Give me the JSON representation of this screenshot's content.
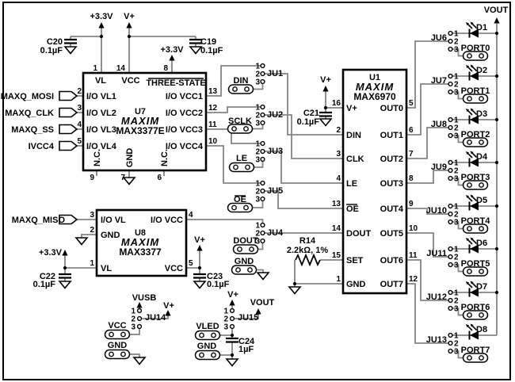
{
  "power": {
    "p33v": "+3.3V",
    "vplus": "V+",
    "vout": "VOUT",
    "vusb": "VUSB"
  },
  "caps": {
    "c20": {
      "ref": "C20",
      "val": "0.1µF"
    },
    "c19": {
      "ref": "C19",
      "val": "0.1µF"
    },
    "c21": {
      "ref": "C21",
      "val": "0.1µF"
    },
    "c22": {
      "ref": "C22",
      "val": "0.1µF"
    },
    "c23": {
      "ref": "C23",
      "val": "0.1µF"
    },
    "c24": {
      "ref": "C24",
      "val": "1µF"
    }
  },
  "r14": {
    "ref": "R14",
    "val": "2.2kΩ, 1%"
  },
  "inputs": {
    "mosi": "MAXQ_MOSI",
    "clk": "MAXQ_CLK",
    "ss": "MAXQ_SS",
    "ivcc4": "IVCC4",
    "miso": "MAXQ_MISO"
  },
  "u7": {
    "ref": "U7",
    "logo": "MAXIM",
    "part": "MAX3377E",
    "pin_vl": {
      "n": "1",
      "l": "VL"
    },
    "pin_vcc": {
      "n": "14",
      "l": "VCC"
    },
    "pin_ts": {
      "n": "8",
      "l": "THREE-STATE"
    },
    "left": [
      {
        "n": "2",
        "l": "I/O VL1"
      },
      {
        "n": "3",
        "l": "I/O VL2"
      },
      {
        "n": "4",
        "l": "I/O VL3"
      },
      {
        "n": "5",
        "l": "I/O VL4"
      }
    ],
    "right": [
      {
        "n": "13",
        "l": "I/O VCC1"
      },
      {
        "n": "12",
        "l": "I/O VCC2"
      },
      {
        "n": "11",
        "l": "I/O VCC3"
      },
      {
        "n": "10",
        "l": "I/O VCC4"
      }
    ],
    "bottom": [
      {
        "n": "9",
        "l": "N.C."
      },
      {
        "n": "7",
        "l": "GND"
      },
      {
        "n": "6",
        "l": "N.C."
      }
    ]
  },
  "u8": {
    "ref": "U8",
    "logo": "MAXIM",
    "part": "MAX3377",
    "iovl": {
      "n": "3",
      "l": "I/O VL"
    },
    "gnd": {
      "n": "2",
      "l": "GND"
    },
    "vl": {
      "n": "1",
      "l": "VL"
    },
    "iovcc": {
      "n": "4",
      "l": "I/O VCC"
    },
    "vcc": {
      "n": "5",
      "l": "VCC"
    }
  },
  "u1": {
    "ref": "U1",
    "logo": "MAXIM",
    "part": "MAX6970",
    "left": [
      {
        "n": "16",
        "l": "V+"
      },
      {
        "n": "2",
        "l": "DIN"
      },
      {
        "n": "3",
        "l": "CLK"
      },
      {
        "n": "4",
        "l": "LE"
      },
      {
        "n": "13",
        "l": "OE"
      },
      {
        "n": "14",
        "l": "DOUT"
      },
      {
        "n": "15",
        "l": "SET"
      },
      {
        "n": "1",
        "l": "GND"
      }
    ],
    "right": [
      {
        "n": "5",
        "l": "OUT0"
      },
      {
        "n": "6",
        "l": "OUT1"
      },
      {
        "n": "7",
        "l": "OUT2"
      },
      {
        "n": "8",
        "l": "OUT3"
      },
      {
        "n": "9",
        "l": "OUT4"
      },
      {
        "n": "10",
        "l": "OUT5"
      },
      {
        "n": "11",
        "l": "OUT6"
      },
      {
        "n": "12",
        "l": "OUT7"
      }
    ]
  },
  "jumper_pins": [
    "1",
    "2",
    "3"
  ],
  "mid_jumpers": [
    {
      "id": "JU1",
      "tp": "DIN"
    },
    {
      "id": "JU2",
      "tp": "SCLK"
    },
    {
      "id": "JU3",
      "tp": "LE"
    },
    {
      "id": "JU5",
      "tp": "OE"
    },
    {
      "id": "JU4",
      "tp": "DOUT",
      "tp_gnd": "GND"
    }
  ],
  "ju14": {
    "id": "JU14",
    "top": "VUSB",
    "side": "V+",
    "tp_vcc": "VCC",
    "tp_gnd": "GND"
  },
  "ju15": {
    "id": "JU15",
    "top": "V+",
    "side": "VOUT",
    "tp_vled": "VLED",
    "tp_gnd": "GND"
  },
  "led_blocks": [
    {
      "ju": "JU6",
      "d": "D1",
      "port": "PORT0"
    },
    {
      "ju": "JU7",
      "d": "D2",
      "port": "PORT1"
    },
    {
      "ju": "JU8",
      "d": "D3",
      "port": "PORT2"
    },
    {
      "ju": "JU9",
      "d": "D4",
      "port": "PORT3"
    },
    {
      "ju": "JU10",
      "d": "D5",
      "port": "PORT4"
    },
    {
      "ju": "JU11",
      "d": "D6",
      "port": "PORT5"
    },
    {
      "ju": "JU12",
      "d": "D7",
      "port": "PORT6"
    },
    {
      "ju": "JU13",
      "d": "D8",
      "port": "PORT7"
    }
  ]
}
